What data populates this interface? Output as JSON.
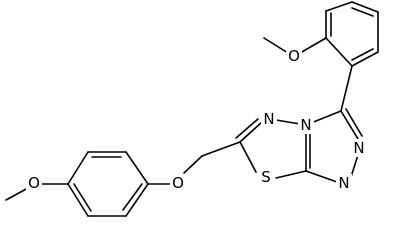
{
  "structure": {
    "atoms": [
      {
        "id": "O1",
        "label": "O"
      },
      {
        "id": "O2",
        "label": "O"
      },
      {
        "id": "O3",
        "label": "O"
      },
      {
        "id": "N1",
        "label": "N"
      },
      {
        "id": "N2",
        "label": "N"
      },
      {
        "id": "N3",
        "label": "N"
      },
      {
        "id": "N4",
        "label": "N"
      },
      {
        "id": "S1",
        "label": "S"
      }
    ]
  },
  "colors": {
    "line": "#000000",
    "background": "#ffffff"
  }
}
